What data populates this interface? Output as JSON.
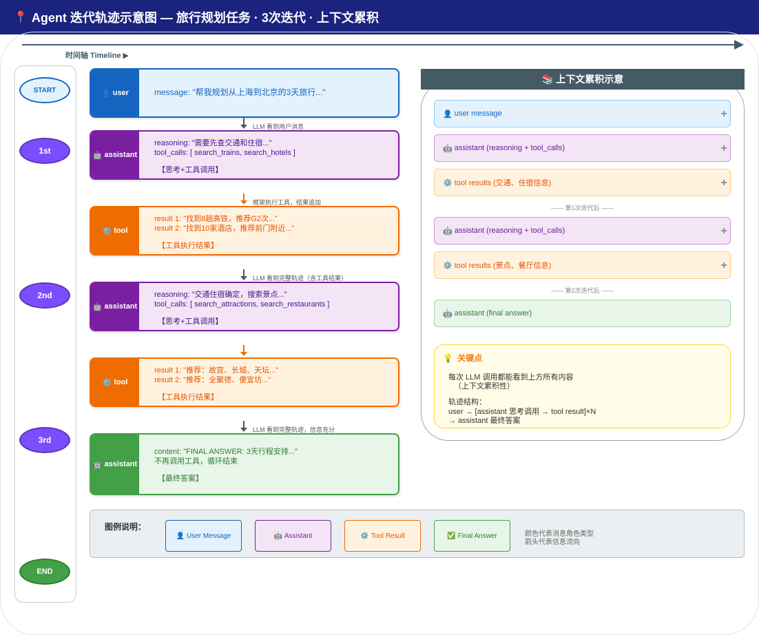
{
  "header": {
    "pin_icon": "📍",
    "title": "Agent 迭代轨迹示意图 — 旅行规划任务 · 3次迭代 · 上下文累积"
  },
  "timeline": {
    "label": "时间轴 Timeline ▶"
  },
  "stages": {
    "start": "START",
    "iter1": "1st",
    "iter2": "2nd",
    "iter3": "3rd",
    "end": "END"
  },
  "cards": {
    "user": {
      "icon": "👤",
      "role": "user",
      "line1": "message: \"帮我规划从上海到北京的3天旅行...\""
    },
    "asst1": {
      "icon": "🤖",
      "role": "assistant",
      "line1": "reasoning: \"需要先查交通和住宿...\"",
      "line2": "tool_calls: [ search_trains, search_hotels ]",
      "tag": "【思考+工具调用】"
    },
    "tool1": {
      "icon": "⚙️",
      "role": "tool",
      "line1": "result 1: \"找到8趟高铁，推荐G2次...\"",
      "line2": "result 2: \"找到10家酒店，推荐前门附近...\"",
      "tag": "【工具执行结果】"
    },
    "asst2": {
      "icon": "🤖",
      "role": "assistant",
      "line1": "reasoning: \"交通住宿确定，搜索景点...\"",
      "line2": "tool_calls: [ search_attractions, search_restaurants ]",
      "tag": "【思考+工具调用】"
    },
    "tool2": {
      "icon": "⚙️",
      "role": "tool",
      "line1": "result 1: \"推荐：故宫、长城、天坛...\"",
      "line2": "result 2: \"推荐：全聚德、便宜坊...\"",
      "tag": "【工具执行结果】"
    },
    "final": {
      "icon": "🤖",
      "role": "assistant",
      "line1": "content: \"FINAL ANSWER: 3天行程安排...\"",
      "line2": "不再调用工具，循环结束",
      "tag": "【最终答案】"
    }
  },
  "connectors": {
    "c1": "LLM 看到用户消息",
    "c2": "框架执行工具，结果追加",
    "c3": "LLM 看到完整轨迹（含工具结果）",
    "c4": "",
    "c5": "LLM 看到完整轨迹，信息充分"
  },
  "colors": {
    "user": "#1565c0",
    "assistant": "#7b1fa2",
    "tool": "#ef6c00",
    "final": "#43a047",
    "header": "#1a237e"
  },
  "context": {
    "icon": "📚",
    "title": "上下文累积示意",
    "items": {
      "i1": {
        "icon": "👤",
        "text": "user message"
      },
      "i2": {
        "icon": "🤖",
        "text": "assistant (reasoning + tool_calls)"
      },
      "i3": {
        "icon": "⚙️",
        "text": "tool results (交通、住宿信息)"
      },
      "i4": {
        "icon": "🤖",
        "text": "assistant (reasoning + tool_calls)"
      },
      "i5": {
        "icon": "⚙️",
        "text": "tool results (景点、餐厅信息)"
      },
      "i6": {
        "icon": "🤖",
        "text": "assistant (final answer)"
      }
    },
    "plus": "+",
    "sep1": "—— 第1次迭代后 ——",
    "sep2": "—— 第2次迭代后 ——"
  },
  "keypoints": {
    "icon": "💡",
    "title": "关键点",
    "l1": "每次 LLM 调用都能看到上方所有内容",
    "l2": "（上下文累积性）",
    "l3": "轨迹结构：",
    "l4": "user → [assistant 思考调用 → tool result]×N",
    "l5": "→ assistant 最终答案"
  },
  "legend": {
    "title": "图例说明：",
    "user": {
      "icon": "👤",
      "text": "User Message"
    },
    "asst": {
      "icon": "🤖",
      "text": "Assistant"
    },
    "tool": {
      "icon": "⚙️",
      "text": "Tool Result"
    },
    "final": {
      "icon": "✅",
      "text": "Final Answer"
    },
    "note1": "颜色代表消息角色类型",
    "note2": "箭头代表信息流向"
  }
}
